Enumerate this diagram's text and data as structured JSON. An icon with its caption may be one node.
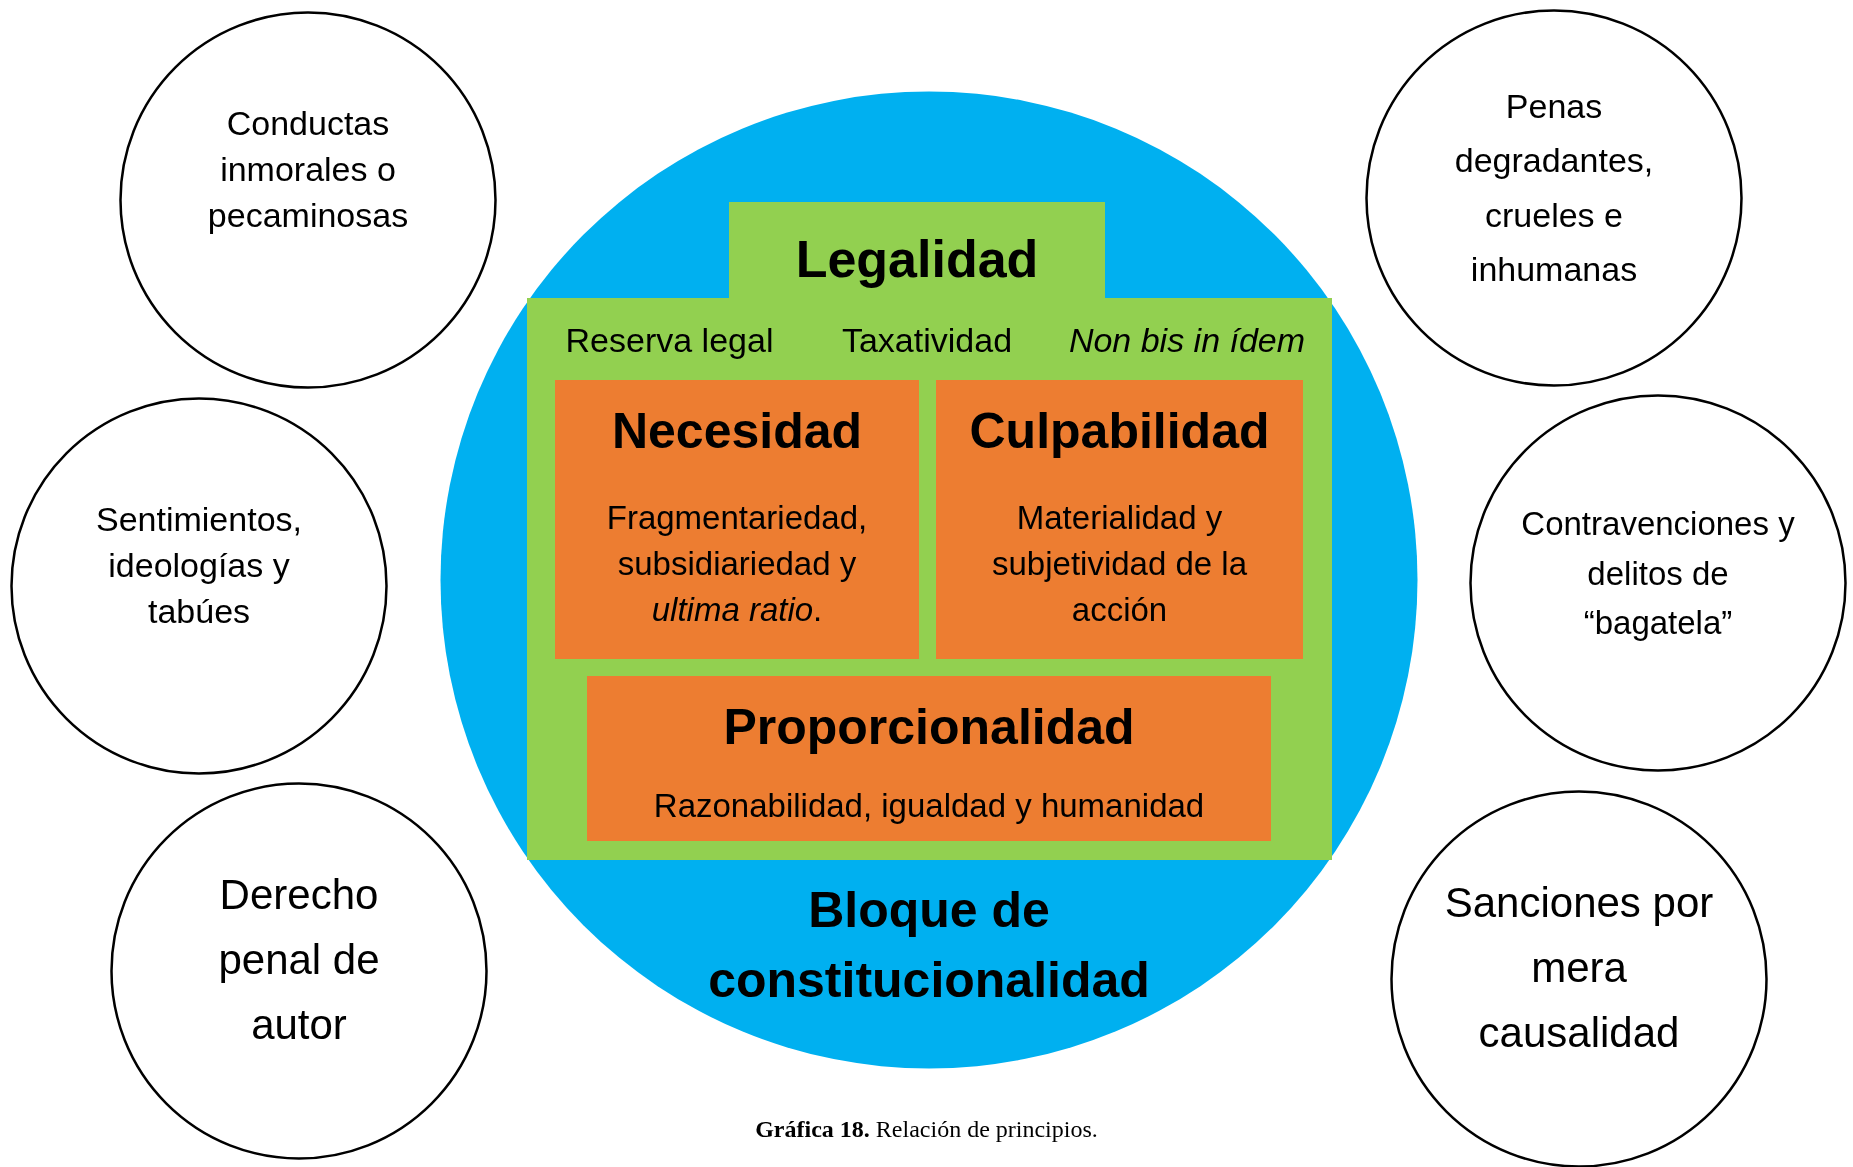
{
  "diagram": {
    "caption": "**Gráfica 18.** Relación de principios.",
    "nodes": [
      {
        "text": [
          "Conductas inmorales o pecaminosas"
        ]
      },
      {
        "text": [
          "Sentimientos, ideologías y tabúes"
        ]
      },
      {
        "text": [
          "Derecho penal de autor"
        ]
      },
      {
        "text": [
          "Bloque de constitucionalidad"
        ]
      },
      {
        "text": [
          "Legalidad",
          "Reserva legal",
          "Taxatividad",
          "Non bis in ídem"
        ],
        "in": 3
      },
      {
        "text": [
          "Necesidad",
          "Fragmentariedad, subsidiariedad y *ultima ratio*."
        ],
        "in": 4
      },
      {
        "text": [
          "Culpabilidad",
          "Materialidad y subjetividad de la acción"
        ],
        "in": 4
      },
      {
        "text": [
          "Proporcionalidad",
          "Razonabilidad, igualdad y humanidad"
        ],
        "in": 4
      },
      {
        "text": [
          "Penas degradantes, crueles e inhumanas"
        ]
      },
      {
        "text": [
          "Contravenciones y delitos de “bagatela”"
        ]
      },
      {
        "text": [
          "Sanciones por mera causalidad"
        ]
      }
    ],
    "edges": []
  }
}
